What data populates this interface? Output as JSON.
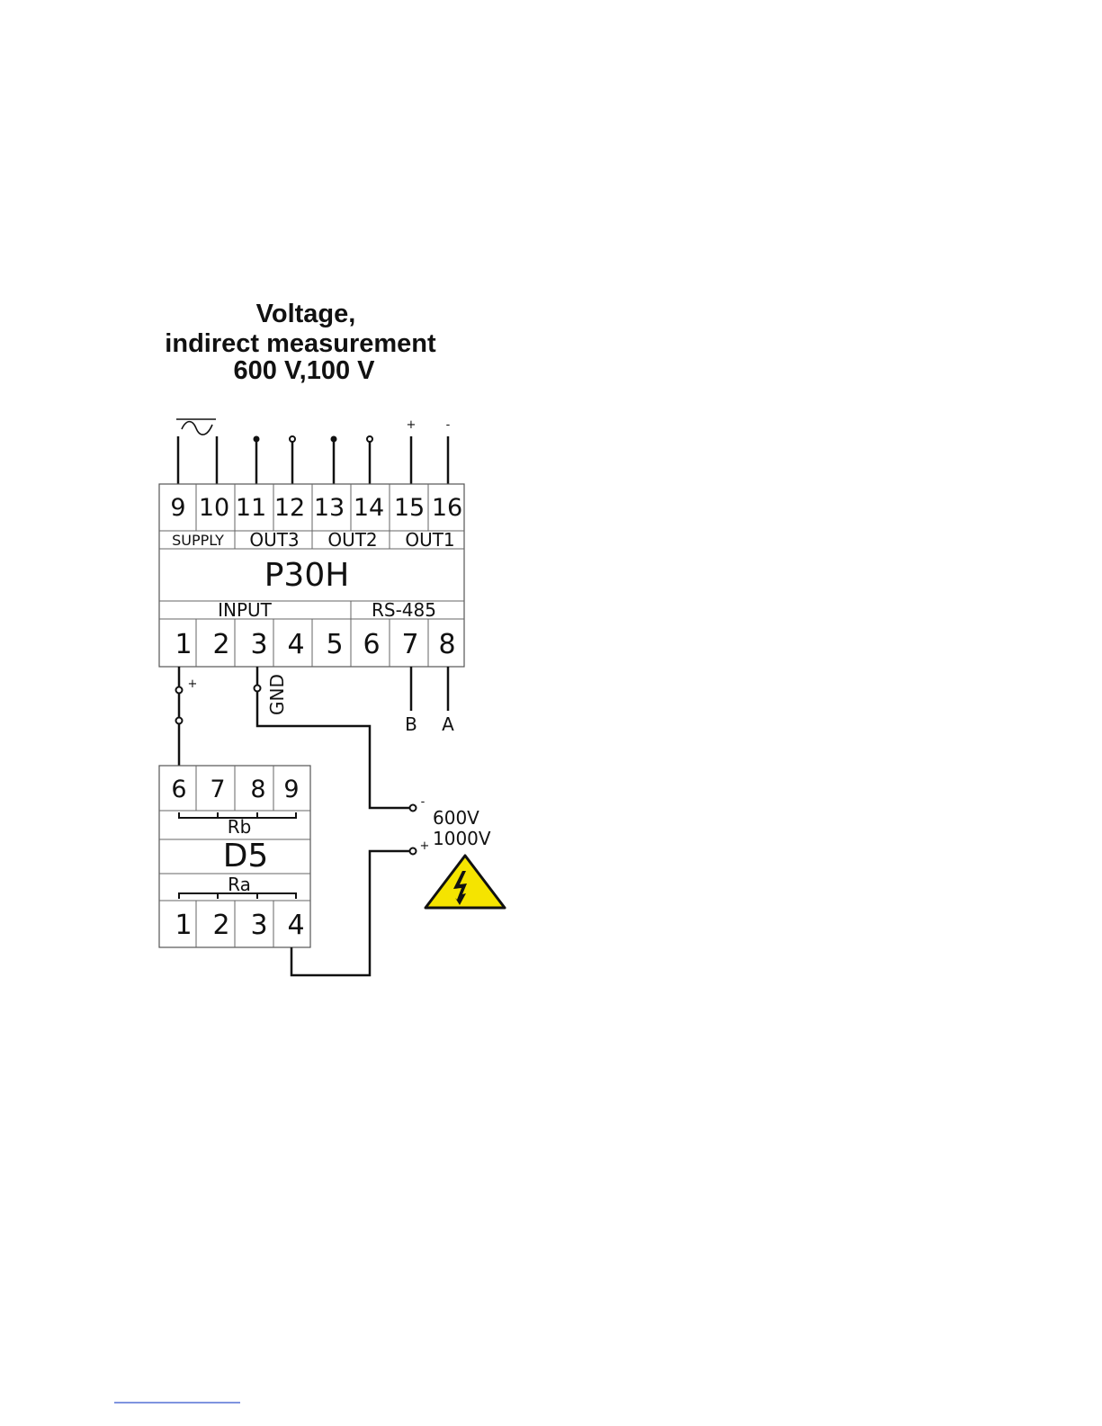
{
  "title": {
    "line1": "Voltage,",
    "line2": "indirect measurement",
    "line3": "600 V,100 V"
  },
  "p30h": {
    "model": "P30H",
    "top_terminals": [
      "9",
      "10",
      "11",
      "12",
      "13",
      "14",
      "15",
      "16"
    ],
    "top_groups": [
      "SUPPLY",
      "OUT3",
      "OUT2",
      "OUT1"
    ],
    "bottom_groups": [
      "INPUT",
      "RS-485"
    ],
    "bottom_terminals": [
      "1",
      "2",
      "3",
      "4",
      "5",
      "6",
      "7",
      "8"
    ]
  },
  "d5": {
    "model": "D5",
    "top_terminals": [
      "6",
      "7",
      "8",
      "9"
    ],
    "top_group": "Rb",
    "bottom_group": "Ra",
    "bottom_terminals": [
      "1",
      "2",
      "3",
      "4"
    ]
  },
  "labels": {
    "out1_plus": "+",
    "out1_minus": "-",
    "input_plus": "+",
    "gnd": "GND",
    "rs485_b": "B",
    "rs485_a": "A",
    "meas_minus": "-",
    "meas_plus": "+",
    "range_low": "600V",
    "range_high": "1000V"
  },
  "symbols": {
    "supply": "ac-wave-icon",
    "hazard": "high-voltage-warning-icon",
    "hazard_color": "#f5e400"
  }
}
